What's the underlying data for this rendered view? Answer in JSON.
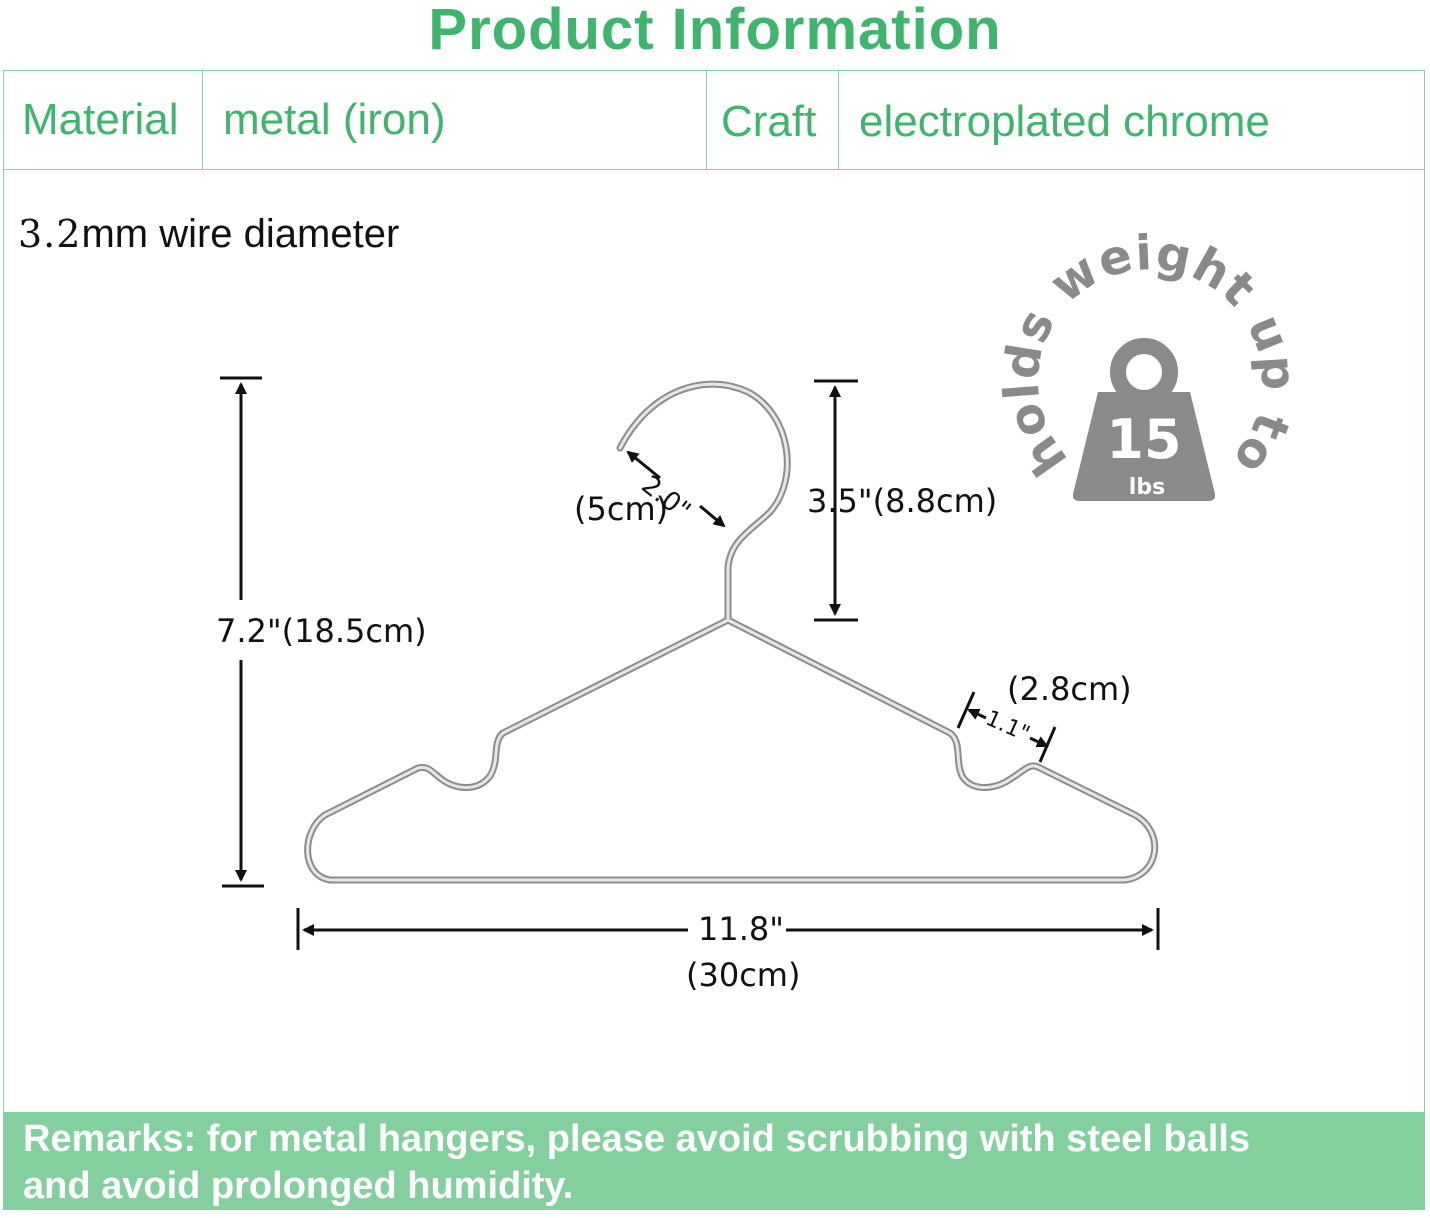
{
  "title": "Product Information",
  "specs": {
    "material_label": "Material",
    "material_value": "metal (iron)",
    "craft_label": "Craft",
    "craft_value": "electroplated chrome"
  },
  "wire": {
    "diameter": "3.2",
    "unit_text": "mm wire diameter"
  },
  "dimensions": {
    "hook_inch": "2.0\"",
    "hook_cm": "(5cm)",
    "hook_height": "3.5\"(8.8cm)",
    "total_height": "7.2\"(18.5cm)",
    "notch_cm": "(2.8cm)",
    "notch_inch": "1.1\"",
    "width_inch": "11.8\"",
    "width_cm": "(30cm)"
  },
  "badge": {
    "arc_text": "holds weight up to",
    "value": "15",
    "unit": "lbs",
    "color": "#8a8a8a"
  },
  "remarks": {
    "line1": "Remarks: for metal hangers, please avoid scrubbing with steel balls",
    "line2": "and avoid prolonged humidity."
  },
  "colors": {
    "accent": "#3db56d",
    "remarks_bg": "#84cf9e",
    "border": "#8fd0a8"
  }
}
